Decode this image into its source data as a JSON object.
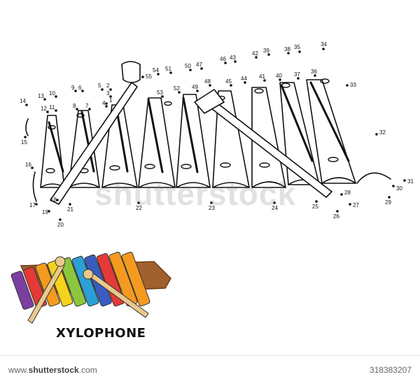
{
  "caption": "XYLOPHONE",
  "watermark": "shutterstock",
  "footer": {
    "brand_prefix": "www.",
    "brand": "shutterstock",
    "brand_suffix": ".com",
    "image_id": "318383207"
  },
  "colors": {
    "bars": [
      "#7b3fa0",
      "#e43a37",
      "#f39a1f",
      "#f5d21c",
      "#8cc63e",
      "#2b9fd6",
      "#3a5cc0",
      "#e43a37",
      "#f39a1f",
      "#f39a1f"
    ],
    "frame": "#a0612e",
    "mallet": "#e9c98c"
  },
  "dots": [
    {
      "n": "1"
    },
    {
      "n": "2"
    },
    {
      "n": "3"
    },
    {
      "n": "4"
    },
    {
      "n": "5"
    },
    {
      "n": "6"
    },
    {
      "n": "7"
    },
    {
      "n": "8"
    },
    {
      "n": "9"
    },
    {
      "n": "10"
    },
    {
      "n": "11"
    },
    {
      "n": "12"
    },
    {
      "n": "13"
    },
    {
      "n": "14"
    },
    {
      "n": "15"
    },
    {
      "n": "16"
    },
    {
      "n": "17"
    },
    {
      "n": "18"
    },
    {
      "n": "19"
    },
    {
      "n": "20"
    },
    {
      "n": "21"
    },
    {
      "n": "22"
    },
    {
      "n": "23"
    },
    {
      "n": "24"
    },
    {
      "n": "25"
    },
    {
      "n": "26"
    },
    {
      "n": "27"
    },
    {
      "n": "28"
    },
    {
      "n": "29"
    },
    {
      "n": "30"
    },
    {
      "n": "31"
    },
    {
      "n": "32"
    },
    {
      "n": "33"
    },
    {
      "n": "34"
    },
    {
      "n": "35"
    },
    {
      "n": "36"
    },
    {
      "n": "37"
    },
    {
      "n": "38"
    },
    {
      "n": "39"
    },
    {
      "n": "40"
    },
    {
      "n": "41"
    },
    {
      "n": "42"
    },
    {
      "n": "43"
    },
    {
      "n": "44"
    },
    {
      "n": "45"
    },
    {
      "n": "46"
    },
    {
      "n": "47"
    },
    {
      "n": "48"
    },
    {
      "n": "49"
    },
    {
      "n": "50"
    },
    {
      "n": "51"
    },
    {
      "n": "52"
    },
    {
      "n": "53"
    },
    {
      "n": "54"
    },
    {
      "n": "55"
    }
  ]
}
